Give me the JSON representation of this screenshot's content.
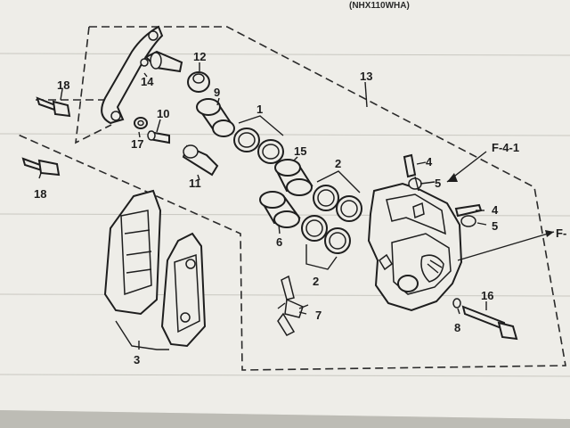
{
  "header": {
    "model": "(NHX110WHA)"
  },
  "callouts": {
    "c1": "1",
    "c2a": "2",
    "c2b": "2",
    "c3": "3",
    "c4a": "4",
    "c4b": "4",
    "c5a": "5",
    "c5b": "5",
    "c6": "6",
    "c7": "7",
    "c8": "8",
    "c9": "9",
    "c10": "10",
    "c11": "11",
    "c12": "12",
    "c13": "13",
    "c14": "14",
    "c15": "15",
    "c16": "16",
    "c17": "17",
    "c18a": "18",
    "c18b": "18"
  },
  "references": {
    "ref1": "F-4-1",
    "ref2": "F-"
  },
  "colors": {
    "paper": "#eeede8",
    "ink": "#1e1e1e",
    "background": "#d9d8d1"
  }
}
